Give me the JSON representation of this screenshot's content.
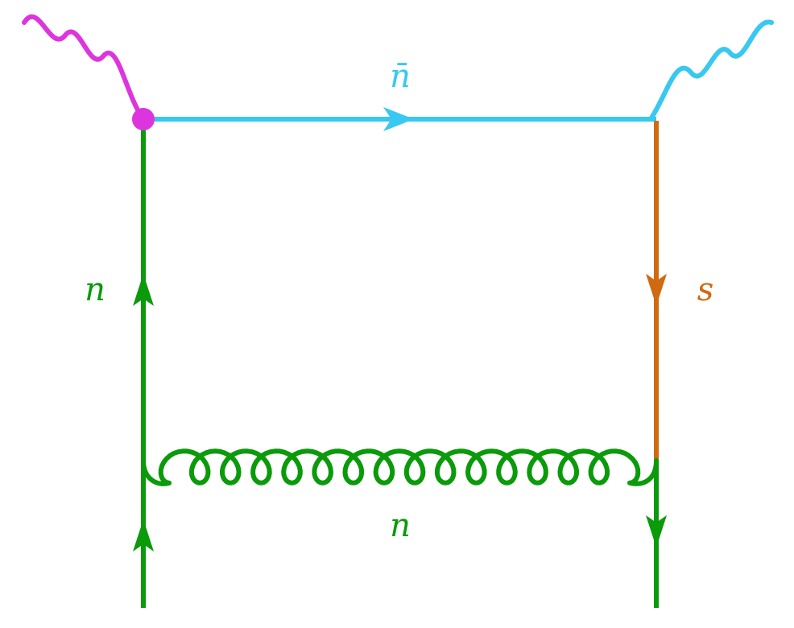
{
  "colors": {
    "collinear": "#0a9a0a",
    "anticollinear": "#38c8f0",
    "soft": "#d06a10",
    "vertex": "#dd35dd"
  },
  "labels": {
    "top_line": "n̄",
    "left_line": "n",
    "right_line": "s",
    "gluon": "n"
  }
}
